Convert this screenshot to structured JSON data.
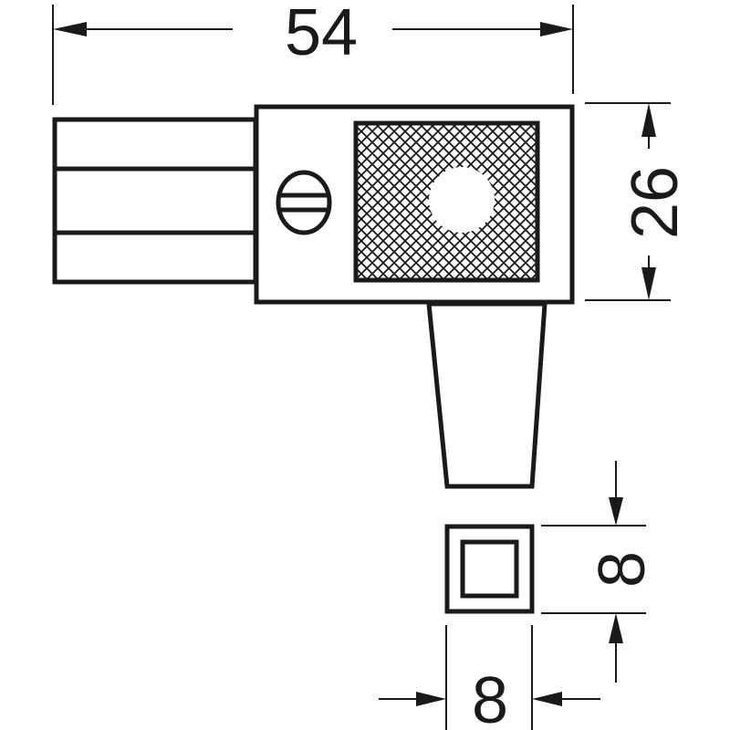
{
  "dimensions": {
    "overall_width": "54",
    "housing_height": "26",
    "square_height": "8",
    "square_width": "8"
  },
  "colors": {
    "line": "#1a1a1a",
    "background": "#ffffff"
  }
}
